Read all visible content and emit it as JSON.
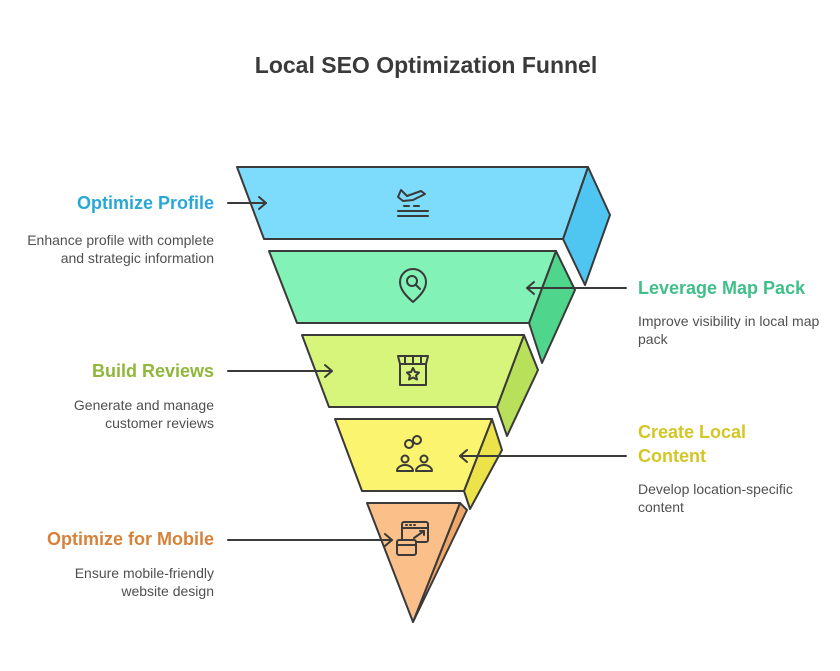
{
  "title": "Local SEO Optimization Funnel",
  "colors": {
    "optimize_profile": "#29a7d6",
    "leverage_map_pack": "#3fbf8a",
    "build_reviews": "#8fb83a",
    "create_local_content": "#d4c625",
    "optimize_mobile": "#d6823a"
  },
  "stages": [
    {
      "label": "Optimize Profile",
      "desc": "Enhance profile with complete and strategic information",
      "icon": "airplane-landing-icon"
    },
    {
      "label": "Leverage Map Pack",
      "desc": "Improve visibility in local map pack",
      "icon": "map-pin-search-icon"
    },
    {
      "label": "Build Reviews",
      "desc": "Generate and manage customer reviews",
      "icon": "storefront-star-icon"
    },
    {
      "label": "Create Local Content",
      "desc": "Develop location-specific content",
      "icon": "people-link-icon"
    },
    {
      "label": "Optimize for Mobile",
      "desc": "Ensure mobile-friendly website design",
      "icon": "responsive-window-icon"
    }
  ]
}
